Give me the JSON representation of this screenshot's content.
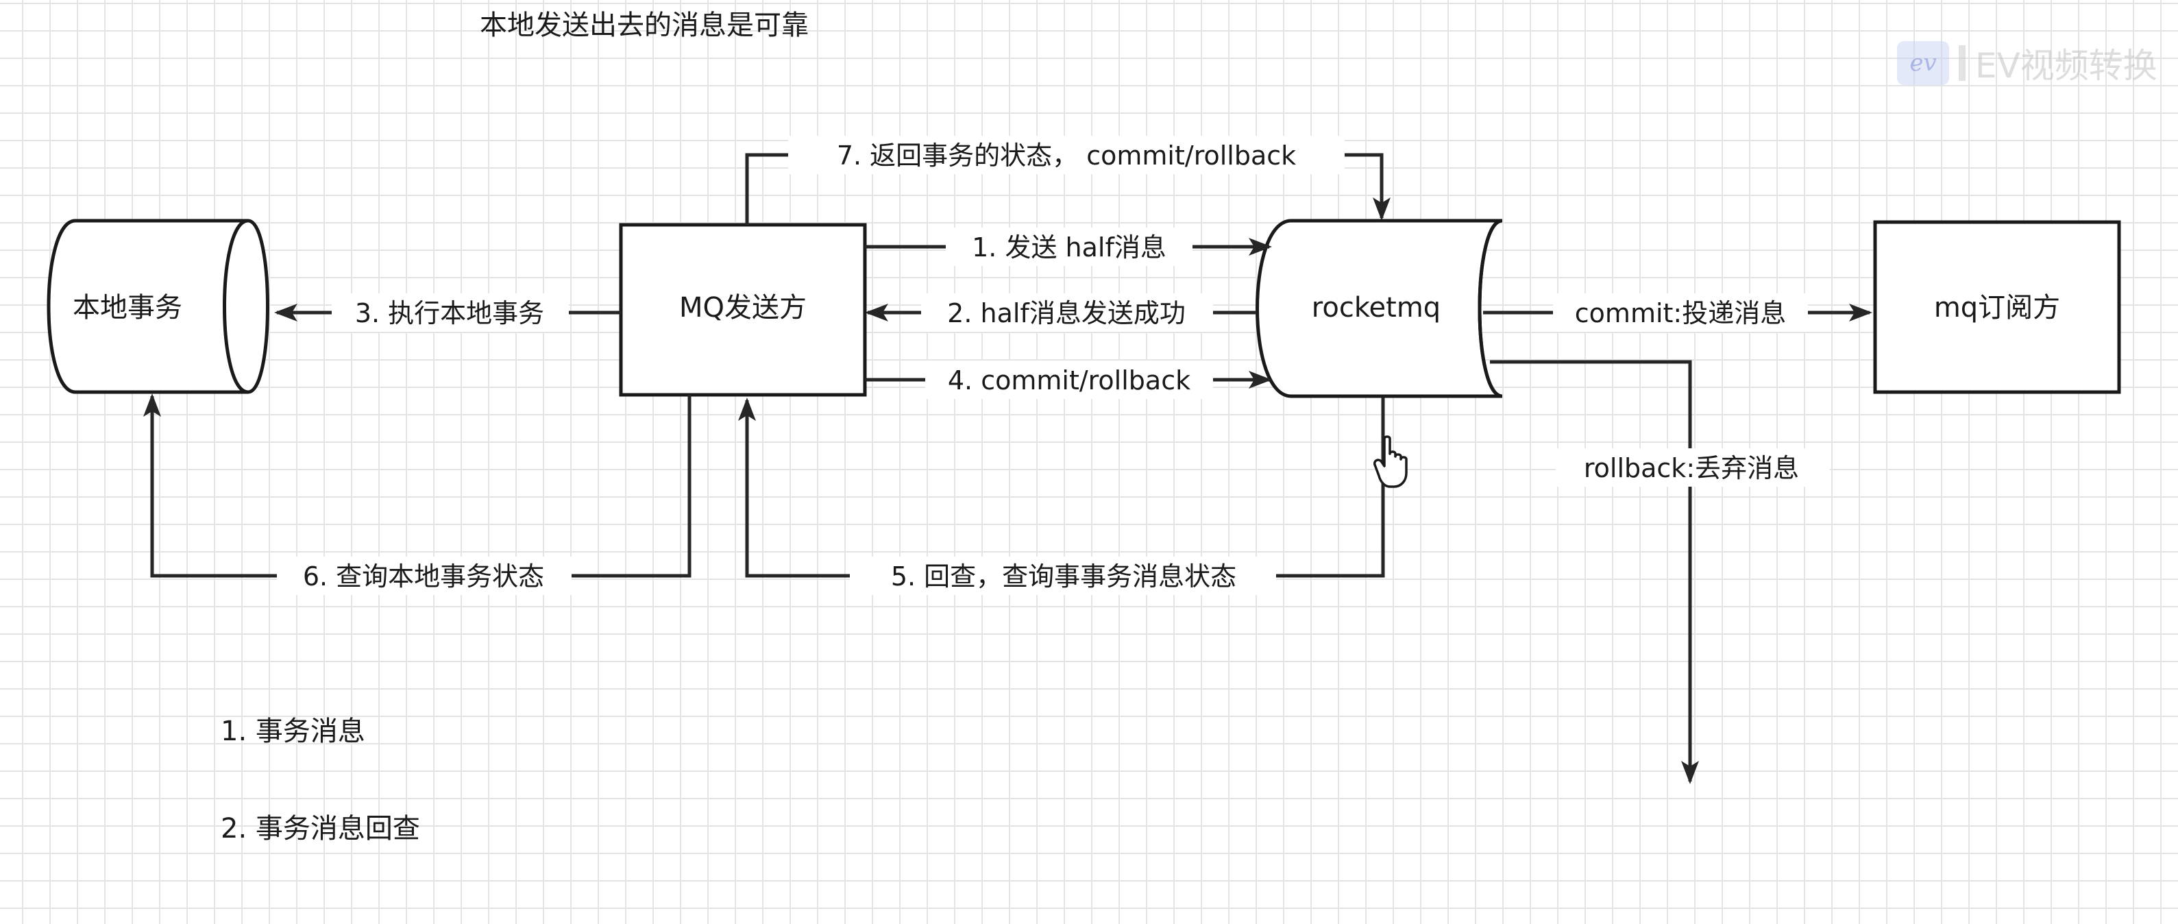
{
  "title": "本地发送出去的消息是可靠",
  "nodes": {
    "local_tx": "本地事务",
    "producer": "MQ发送方",
    "broker": "rocketmq",
    "consumer": "mq订阅方"
  },
  "edges": {
    "send_half": "1. 发送 half消息",
    "half_ok": "2. half消息发送成功",
    "exec_local": "3. 执行本地事务",
    "commit_rollback": "4. commit/rollback",
    "check_back": "5. 回查，查询事事务消息状态",
    "query_local": "6. 查询本地事务状态",
    "return_status": "7. 返回事务的状态， commit/rollback",
    "deliver": "commit:投递消息",
    "discard": "rollback:丢弃消息"
  },
  "notes": [
    "1. 事务消息",
    "2. 事务消息回查"
  ],
  "watermark": {
    "logo": "ev",
    "text": "EV视频转换"
  }
}
